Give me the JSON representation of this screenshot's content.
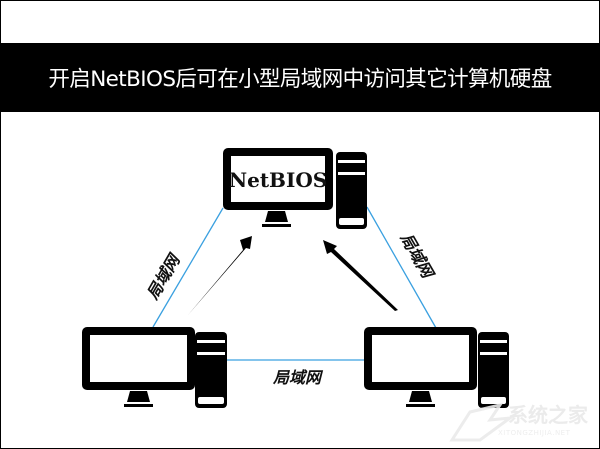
{
  "title": "开启NetBIOS后可在小型局域网中访问其它计算机硬盘",
  "nodes": [
    {
      "id": "top",
      "screen_label": "NetBIOS"
    },
    {
      "id": "bottom-left",
      "screen_label": ""
    },
    {
      "id": "bottom-right",
      "screen_label": ""
    }
  ],
  "links": [
    {
      "from": "top",
      "to": "bottom-left",
      "label": "局域网"
    },
    {
      "from": "top",
      "to": "bottom-right",
      "label": "局域网"
    },
    {
      "from": "bottom-left",
      "to": "bottom-right",
      "label": "局域网"
    }
  ],
  "colors": {
    "link": "#3aa0e0",
    "device": "#000000",
    "band": "#000000",
    "title_text": "#ffffff"
  },
  "watermark": {
    "text": "系统之家",
    "sub": "XITONGZHIJIA.NET"
  }
}
